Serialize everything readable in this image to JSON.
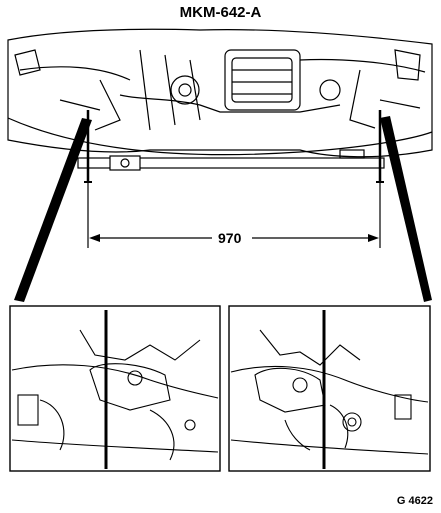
{
  "diagram": {
    "title": "MKM-642-A",
    "dimension": "970",
    "figure_id": "G 4622"
  }
}
